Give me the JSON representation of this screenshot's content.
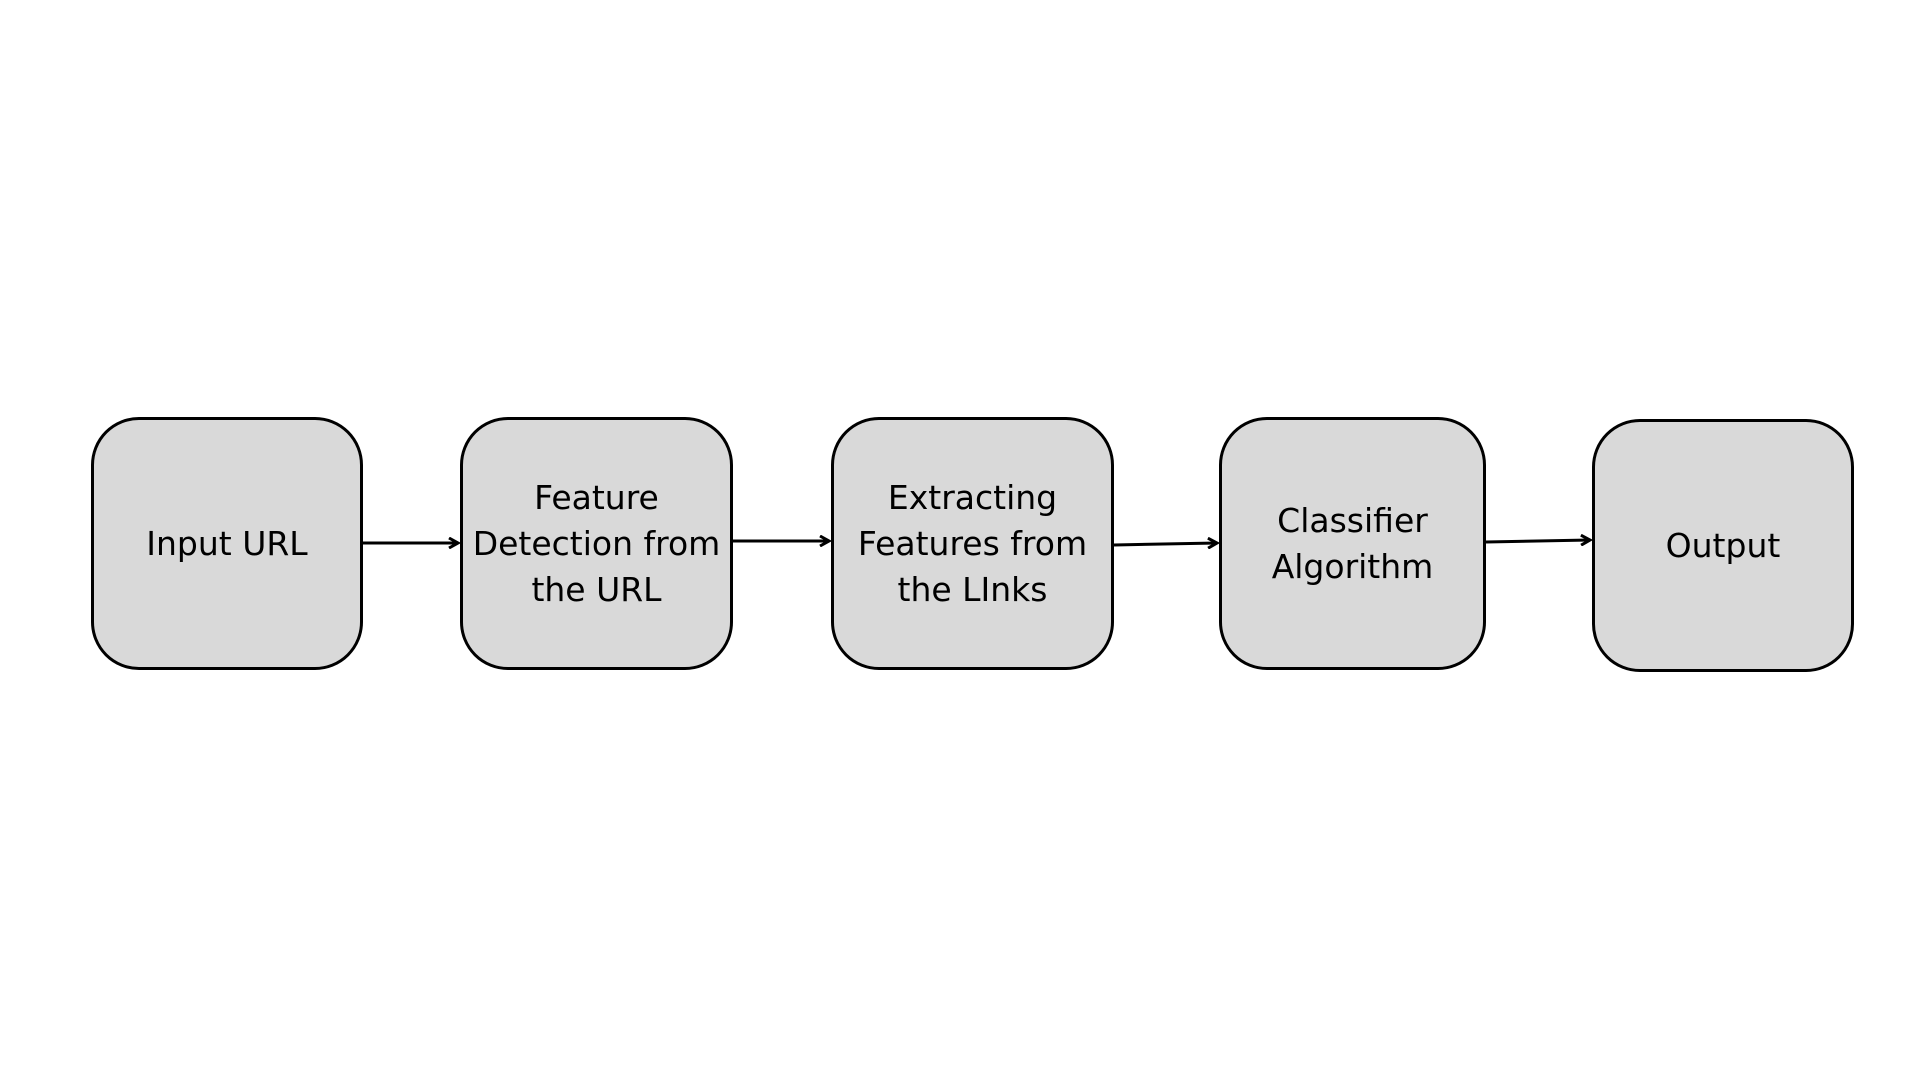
{
  "diagram": {
    "nodes": [
      {
        "id": "input-url",
        "lines": [
          "Input URL"
        ]
      },
      {
        "id": "feature-detection",
        "lines": [
          "Feature",
          "Detection from",
          "the URL"
        ]
      },
      {
        "id": "extracting-features",
        "lines": [
          "Extracting",
          "Features from",
          "the LInks"
        ]
      },
      {
        "id": "classifier-algorithm",
        "lines": [
          "Classifier",
          "Algorithm"
        ]
      },
      {
        "id": "output",
        "lines": [
          "Output"
        ]
      }
    ],
    "edges": [
      {
        "from": "input-url",
        "to": "feature-detection"
      },
      {
        "from": "feature-detection",
        "to": "extracting-features"
      },
      {
        "from": "extracting-features",
        "to": "classifier-algorithm"
      },
      {
        "from": "classifier-algorithm",
        "to": "output"
      }
    ],
    "colors": {
      "node_fill": "#d9d9d9",
      "node_stroke": "#000000",
      "arrow": "#000000",
      "background": "#ffffff"
    }
  }
}
